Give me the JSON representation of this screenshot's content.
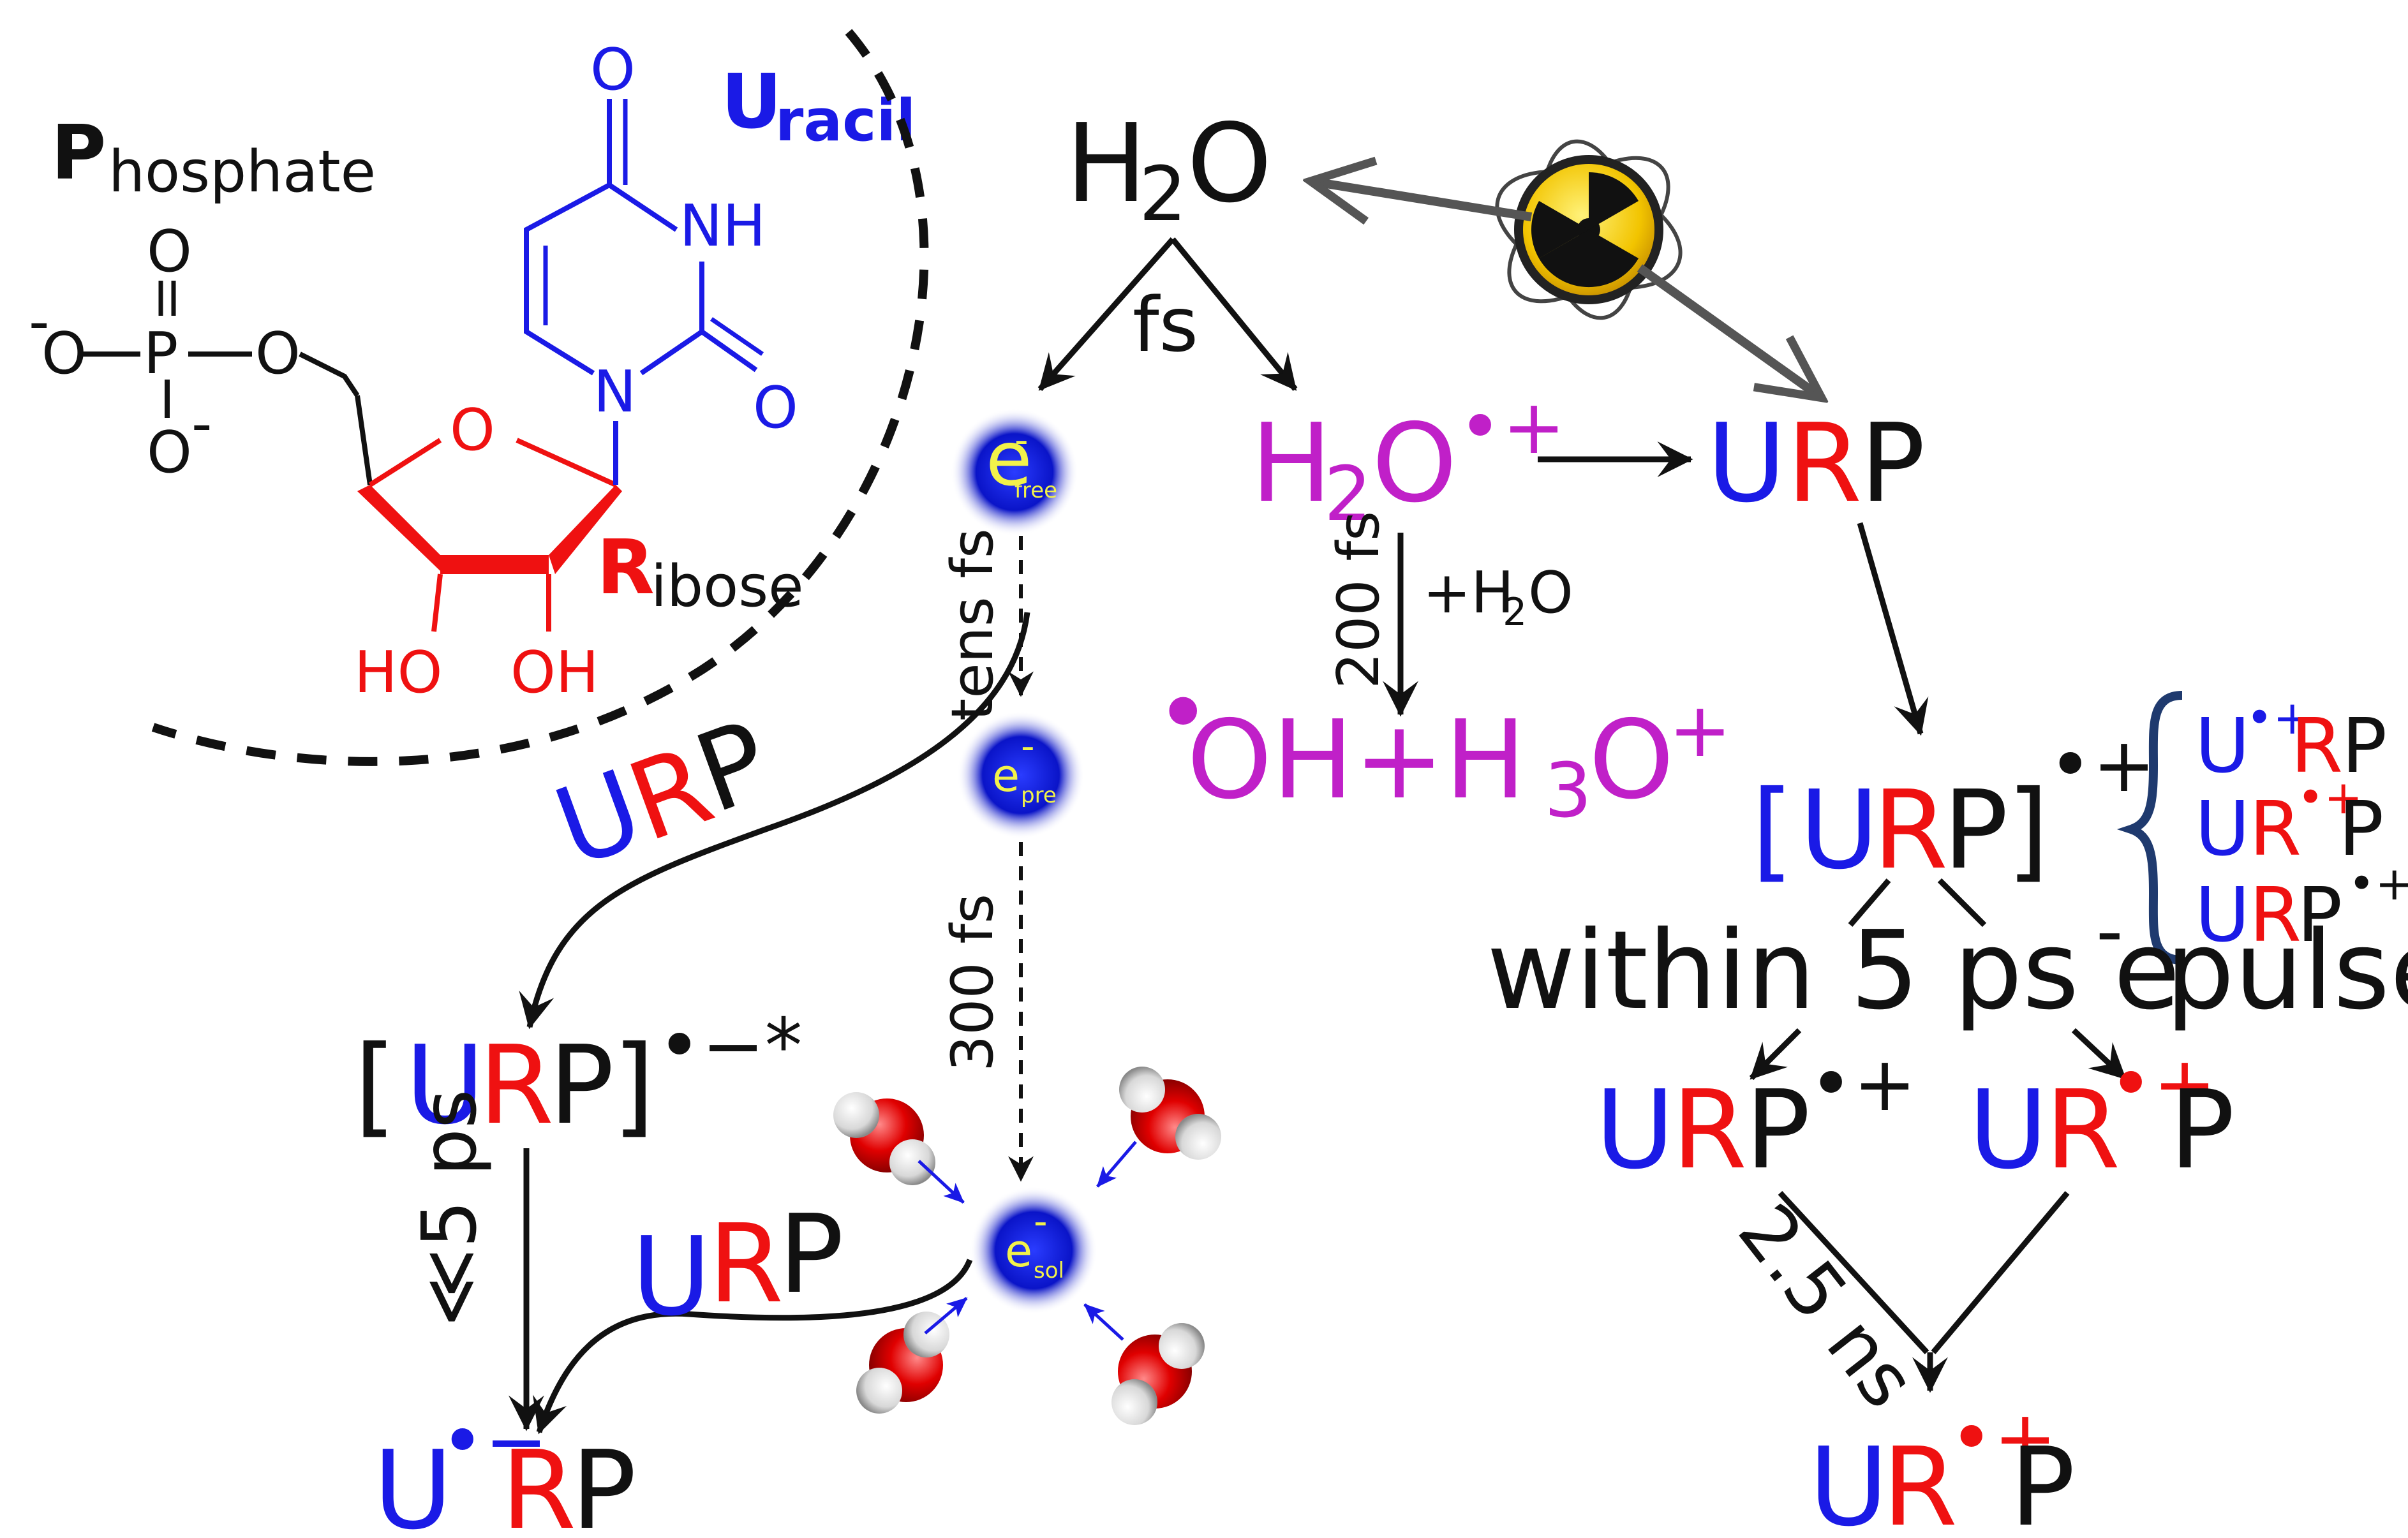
{
  "molecule": {
    "phosphate_P": "P",
    "phosphate_rest": "hosphate",
    "uracil_U": "U",
    "uracil_rest": "racil",
    "ribose_R": "R",
    "ribose_rest": "ibose",
    "atom_O": "O",
    "atom_P": "P",
    "atom_N": "N",
    "atom_NH": "NH",
    "atom_HO": "HO",
    "atom_OH": "OH",
    "minus": "-"
  },
  "water": {
    "h": "H",
    "two": "2",
    "o": "O",
    "fs_label": "fs"
  },
  "cation": {
    "formula_h": "H",
    "formula_2": "2",
    "formula_o": "O",
    "rad_cat": "•+",
    "time": "200 fs",
    "reagent": "+H",
    "reagent_sub": "2",
    "reagent_o": "O",
    "products_dot": "•",
    "products_1": "OH+H",
    "products_sub": "3",
    "products_2": "O",
    "products_sup": "+"
  },
  "electrons": {
    "e": "e",
    "minus": "-",
    "free": "free",
    "pre": "pre",
    "sol": "sol",
    "tens_fs": "tens fs",
    "t300": "300 fs"
  },
  "urp": {
    "U": "U",
    "R": "R",
    "P": "P",
    "lbr": "[",
    "rbr": "]",
    "rad_cat": "•+",
    "rad_an_star": "•−*",
    "u_rad_an": "•−",
    "r_rad_cat": "•+",
    "p_rad_cat": "•+",
    "u_rad_cat": "•+",
    "within": "within 5 ps e",
    "within_minus": "-",
    "pulse": " pulse",
    "t_fast": "≪5 ps",
    "t_ns": "2.5 ns"
  },
  "icons": {
    "radiation": "radiation-hazard-icon",
    "water_molecule": "water-molecule-icon"
  },
  "colors": {
    "uracil": "#1a1ae6",
    "ribose": "#ef1111",
    "phosphate": "#111111",
    "water_cation": "#c020c8",
    "electron": "#0a14c8",
    "electron_label": "#f2f24a",
    "brace": "#1f3a6e"
  }
}
